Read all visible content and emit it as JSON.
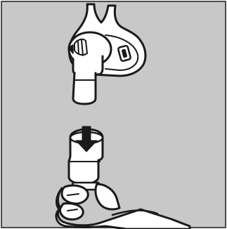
{
  "illustration": {
    "background_color": "#c8c8c8",
    "line_color": "#1a1a1a",
    "fill_color": "#ffffff",
    "parts": [
      "mask-cushion",
      "mask-elbow",
      "elbow-swivel-tube",
      "tube-connector",
      "push-down-arrow",
      "hand"
    ],
    "icons": {
      "arrow": "arrow-down-icon"
    }
  }
}
